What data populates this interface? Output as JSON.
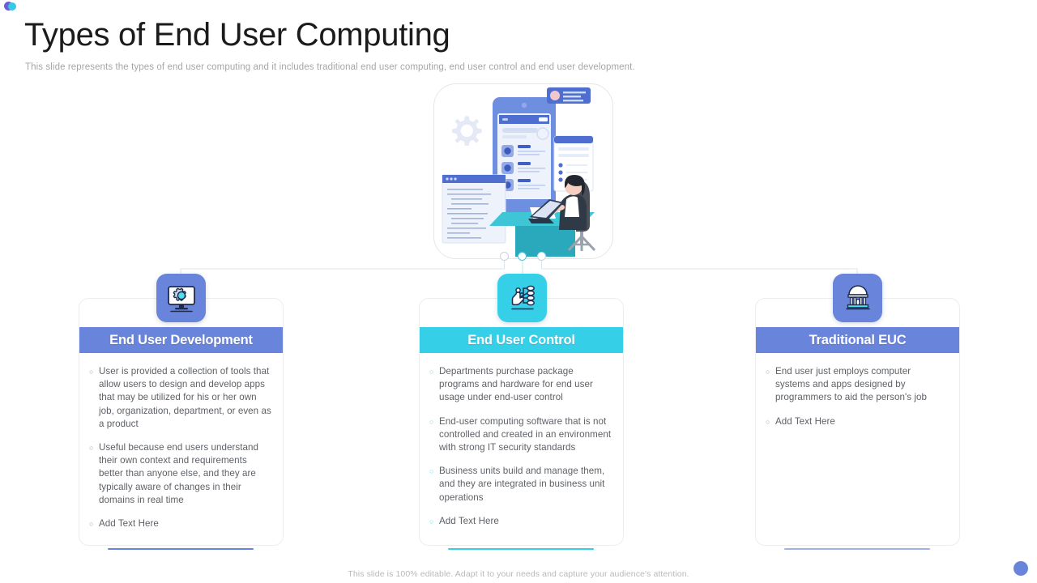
{
  "page": {
    "title": "Types of End User Computing",
    "subtitle": "This slide represents the types of end user computing and it includes traditional end user computing, end user control and end user development.",
    "footer": "This slide is 100% editable. Adapt it to your needs and capture your audience's attention."
  },
  "logo": {
    "name": "brand-logo",
    "color_left": "#6f5bd6",
    "color_right": "#35c9e8"
  },
  "illustration": {
    "name": "end-user-computing-illustration",
    "description": "Person working at a desk on a laptop with app mockups, code window and gear"
  },
  "connector_dots": [
    {
      "name": "connector-dot-left",
      "color": "#c9d3e4"
    },
    {
      "name": "connector-dot-center",
      "color": "#35d0e8"
    },
    {
      "name": "connector-dot-right",
      "color": "#c9d3e4"
    }
  ],
  "cards": [
    {
      "id": "end-user-development",
      "title": "End User Development",
      "accent": "#6984db",
      "icon": "monitor-gear-icon",
      "bullets": [
        "User is provided  a collection of tools that allow users to design and develop  apps that may be utilized for his or her own job, organization, department,  or even  as a product",
        "Useful because end users understand their own context and requirements  better than anyone else, and they are typically aware of changes in their domains in real time",
        "Add Text Here"
      ]
    },
    {
      "id": "end-user-control",
      "title": "End User Control",
      "accent": "#35d0e8",
      "icon": "hand-network-icon",
      "bullets": [
        "Departments  purchase package programs  and hardware  for  end user usage under  end-user  control",
        "End-user computing software that is not controlled and created in an environment  with strong IT  security standards",
        "Business units build and manage them, and they are integrated in business unit operations",
        "Add Text Here"
      ]
    },
    {
      "id": "traditional-euc",
      "title": "Traditional EUC",
      "accent": "#6984db",
      "icon": "institution-building-icon",
      "bullets": [
        "End user just employs computer systems and apps designed  by programmers  to aid the person's job",
        "Add Text Here"
      ]
    }
  ]
}
